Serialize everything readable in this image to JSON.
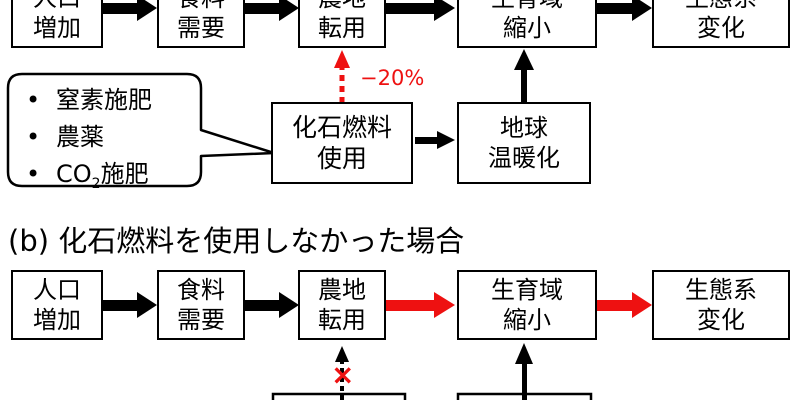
{
  "colors": {
    "black": "#000000",
    "red": "#ee1111"
  },
  "panel_a": {
    "boxes": {
      "population": [
        "人口",
        "増加"
      ],
      "food": [
        "食料",
        "需要"
      ],
      "farmland": [
        "農地",
        "転用"
      ],
      "habitat": [
        "生育域",
        "縮小"
      ],
      "ecosystem": [
        "生態系",
        "変化"
      ],
      "fossil": [
        "化石燃料",
        "使用"
      ],
      "warming": [
        "地球",
        "温暖化"
      ]
    },
    "reduction_label": "−20%",
    "callout": {
      "items": [
        "窒素施肥",
        "農薬"
      ],
      "co2_prefix": "CO",
      "co2_sub": "2",
      "co2_suffix": "施肥"
    }
  },
  "panel_b": {
    "title": "(b) 化石燃料を使用しなかった場合",
    "boxes": {
      "population": [
        "人口",
        "増加"
      ],
      "food": [
        "食料",
        "需要"
      ],
      "farmland": [
        "農地",
        "転用"
      ],
      "habitat": [
        "生育域",
        "縮小"
      ],
      "ecosystem": [
        "生態系",
        "変化"
      ]
    },
    "blocked_mark": "×"
  }
}
